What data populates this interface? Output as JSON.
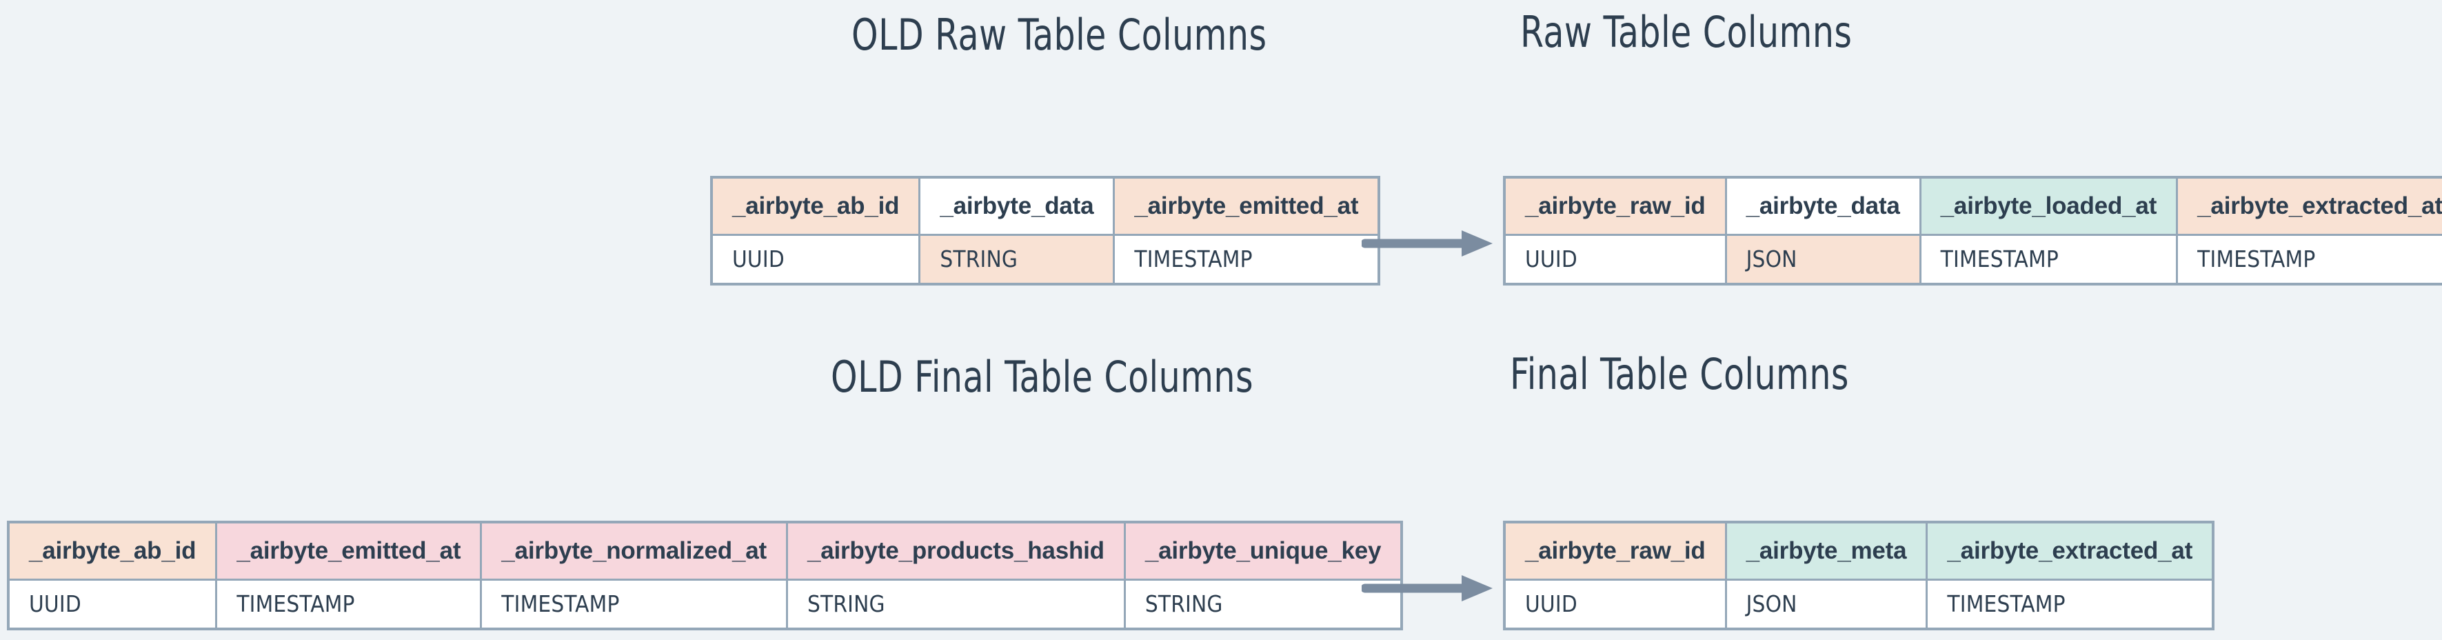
{
  "background_color": "#eff3f6",
  "palette": {
    "peach": "#f9e2d4",
    "pink": "#f7d7dd",
    "mint": "#d2ebe6",
    "white": "#ffffff",
    "border": "#94a7b8",
    "text": "#2d3e4f",
    "arrow": "#7b8ca0"
  },
  "sections": {
    "raw": {
      "old_title": "OLD Raw Table Columns",
      "new_title": "Raw Table Columns",
      "arrow_label": "transforms-to-arrow",
      "old_table": {
        "columns": [
          "_airbyte_ab_id",
          "_airbyte_data",
          "_airbyte_emitted_at"
        ],
        "column_colors": [
          "peach",
          "white",
          "peach"
        ],
        "types": [
          "UUID",
          "STRING",
          "TIMESTAMP"
        ],
        "type_colors": [
          "white",
          "peach",
          "white"
        ]
      },
      "new_table": {
        "columns": [
          "_airbyte_raw_id",
          "_airbyte_data",
          "_airbyte_loaded_at",
          "_airbyte_extracted_at"
        ],
        "column_colors": [
          "peach",
          "white",
          "mint",
          "peach"
        ],
        "types": [
          "UUID",
          "JSON",
          "TIMESTAMP",
          "TIMESTAMP"
        ],
        "type_colors": [
          "white",
          "peach",
          "white",
          "white"
        ]
      }
    },
    "final": {
      "old_title": "OLD Final Table Columns",
      "new_title": "Final Table Columns",
      "arrow_label": "transforms-to-arrow",
      "old_table": {
        "columns": [
          "_airbyte_ab_id",
          "_airbyte_emitted_at",
          "_airbyte_normalized_at",
          "_airbyte_products_hashid",
          "_airbyte_unique_key"
        ],
        "column_colors": [
          "peach",
          "pink",
          "pink",
          "pink",
          "pink"
        ],
        "types": [
          "UUID",
          "TIMESTAMP",
          "TIMESTAMP",
          "STRING",
          "STRING"
        ],
        "type_colors": [
          "white",
          "white",
          "white",
          "white",
          "white"
        ]
      },
      "new_table": {
        "columns": [
          "_airbyte_raw_id",
          "_airbyte_meta",
          "_airbyte_extracted_at"
        ],
        "column_colors": [
          "peach",
          "mint",
          "mint"
        ],
        "types": [
          "UUID",
          "JSON",
          "TIMESTAMP"
        ],
        "type_colors": [
          "white",
          "white",
          "white"
        ]
      }
    }
  }
}
